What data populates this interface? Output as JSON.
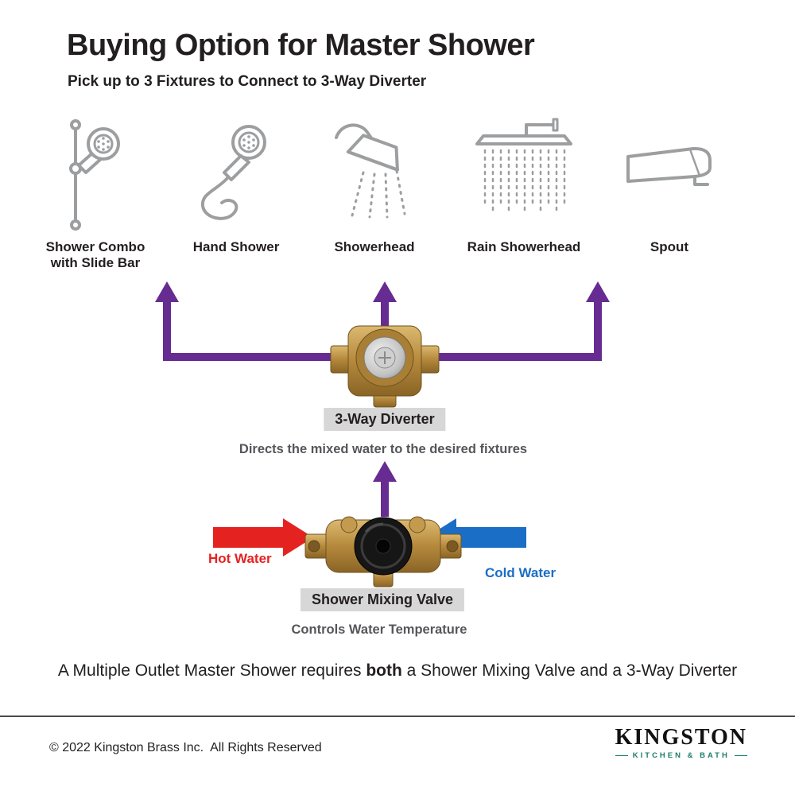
{
  "header": {
    "title": "Buying Option for Master Shower",
    "subtitle": "Pick up to 3 Fixtures to Connect to 3-Way Diverter"
  },
  "fixtures": [
    {
      "label": "Shower Combo with Slide Bar"
    },
    {
      "label": "Hand Shower"
    },
    {
      "label": "Showerhead"
    },
    {
      "label": "Rain Showerhead"
    },
    {
      "label": "Spout"
    }
  ],
  "diverter": {
    "label": "3-Way Diverter",
    "description": "Directs the mixed water to the desired fixtures"
  },
  "mixing_valve": {
    "label": "Shower Mixing Valve",
    "description": "Controls Water Temperature",
    "hot_label": "Hot Water",
    "cold_label": "Cold Water"
  },
  "summary": {
    "prefix": "A Multiple Outlet Master Shower requires ",
    "bold": "both",
    "suffix": " a Shower Mixing Valve and a 3-Way Diverter"
  },
  "footer": {
    "copyright": "© 2022 Kingston Brass Inc.  All Rights Reserved",
    "brand": "KINGSTON",
    "brand_tagline": "KITCHEN & BATH"
  },
  "colors": {
    "arrow_purple": "#662c91",
    "hot_red": "#e42320",
    "cold_blue": "#1a6ec6",
    "label_bg": "#d7d7d7",
    "icon_gray": "#9c9ea0",
    "text_dark": "#231f20",
    "text_gray": "#55565a",
    "brand_teal": "#1d7c6b"
  }
}
